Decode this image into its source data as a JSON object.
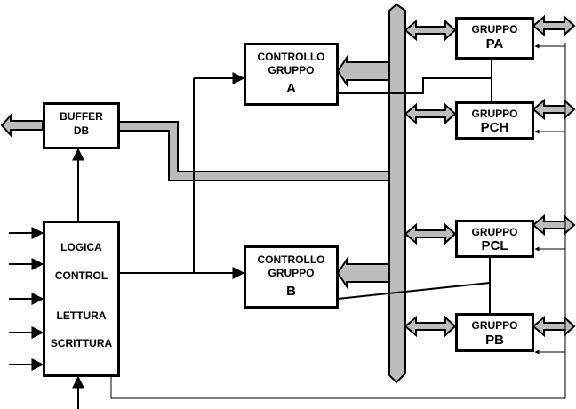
{
  "colors": {
    "bus_fill": "#bcbcbc",
    "line": "#000000",
    "background": "#ffffff"
  },
  "blocks": {
    "buffer": {
      "line1": "BUFFER",
      "line2": "DB"
    },
    "logic": {
      "line1": "LOGICA",
      "line2": "CONTROL",
      "line3": "LETTURA",
      "line4": "SCRITTURA"
    },
    "control_a": {
      "line1": "CONTROLLO",
      "line2": "GRUPPO",
      "line3": "A"
    },
    "control_b": {
      "line1": "CONTROLLO",
      "line2": "GRUPPO",
      "line3": "B"
    },
    "group_pa": {
      "line1": "GRUPPO",
      "line2": "PA"
    },
    "group_pch": {
      "line1": "GRUPPO",
      "line2": "PCH"
    },
    "group_pcl": {
      "line1": "GRUPPO",
      "line2": "PCL"
    },
    "group_pb": {
      "line1": "GRUPPO",
      "line2": "PB"
    }
  }
}
